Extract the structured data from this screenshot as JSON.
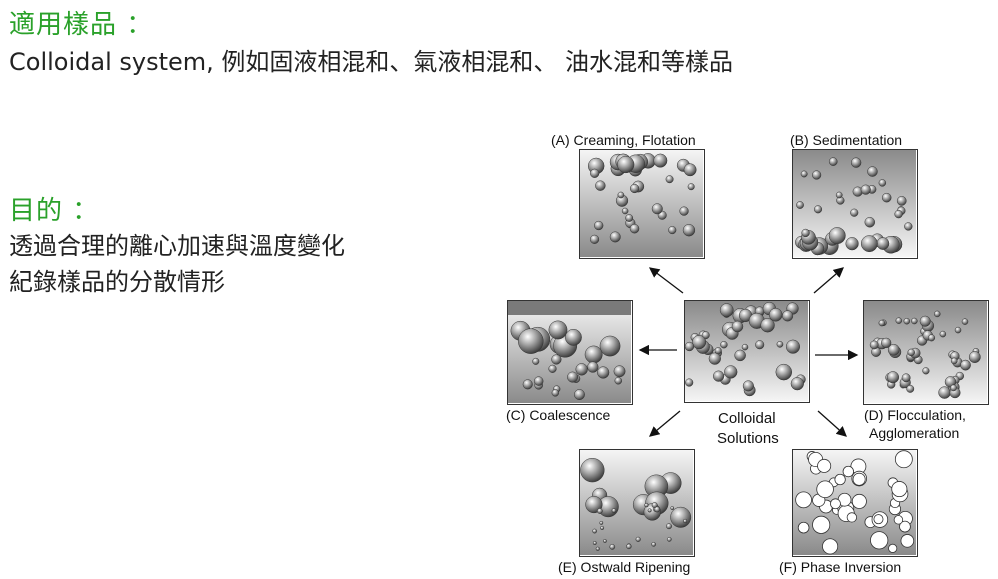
{
  "samples": {
    "heading": "適用樣品 ：",
    "text": "Colloidal system, 例如固液相混和、氣液相混和、 油水混和等樣品"
  },
  "purpose": {
    "heading": "目的 ：",
    "line1": "透過合理的離心加速與溫度變化",
    "line2": "紀錄樣品的分散情形"
  },
  "diagram": {
    "center_label_1": "Colloidal",
    "center_label_2": "Solutions",
    "panels": {
      "a": "(A) Creaming, Flotation",
      "b": "(B) Sedimentation",
      "c": "(C) Coalescence",
      "d1": "(D) Flocculation,",
      "d2": "Agglomeration",
      "e": "(E) Ostwald Ripening",
      "f": "(F) Phase Inversion"
    },
    "colors": {
      "heading_green": "#2aa12a",
      "sphere_dark": "#3a3a3a",
      "gradient_light": "#f5f5f5",
      "gradient_dark": "#8a8a8a"
    }
  }
}
